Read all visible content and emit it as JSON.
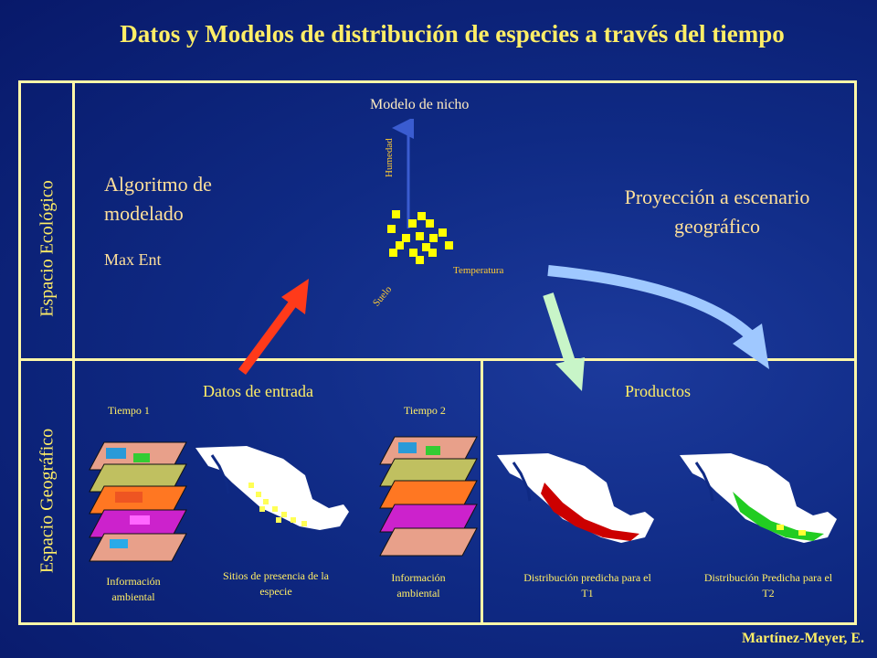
{
  "title": "Datos y Modelos de distribución de especies a través del tiempo",
  "author": "Martínez-Meyer, E.",
  "ecological": {
    "side_label": "Espacio Ecológico",
    "niche_title": "Modelo de nicho",
    "algorithm_label": "Algoritmo de modelado",
    "algorithm_name": "Max Ent",
    "projection_label": "Proyección a escenario geográfico",
    "axes": {
      "y": "Humedad",
      "x": "Temperatura",
      "z": "Suelo"
    }
  },
  "geographic": {
    "side_label": "Espacio Geográfico",
    "inputs": {
      "title": "Datos de entrada",
      "time1": "Tiempo 1",
      "time2": "Tiempo 2",
      "env1": "Información ambiental",
      "presence": "Sitios de presencia de la especie",
      "env2": "Información ambiental"
    },
    "products": {
      "title": "Productos",
      "t1": "Distribución predicha para el T1",
      "t2": "Distribución Predicha para el T2"
    }
  },
  "colors": {
    "accent_yellow": "#ffee66",
    "frame": "#fff7a8",
    "arrow_red": "#ff3a1a",
    "arrow_green": "#c8f5c8",
    "arrow_blue": "#9fc8ff",
    "pred_t1": "#cc0000",
    "pred_t2": "#22cc22"
  },
  "icons": {
    "layers": "stacked-raster-layers-icon",
    "map": "mexico-map-icon"
  }
}
